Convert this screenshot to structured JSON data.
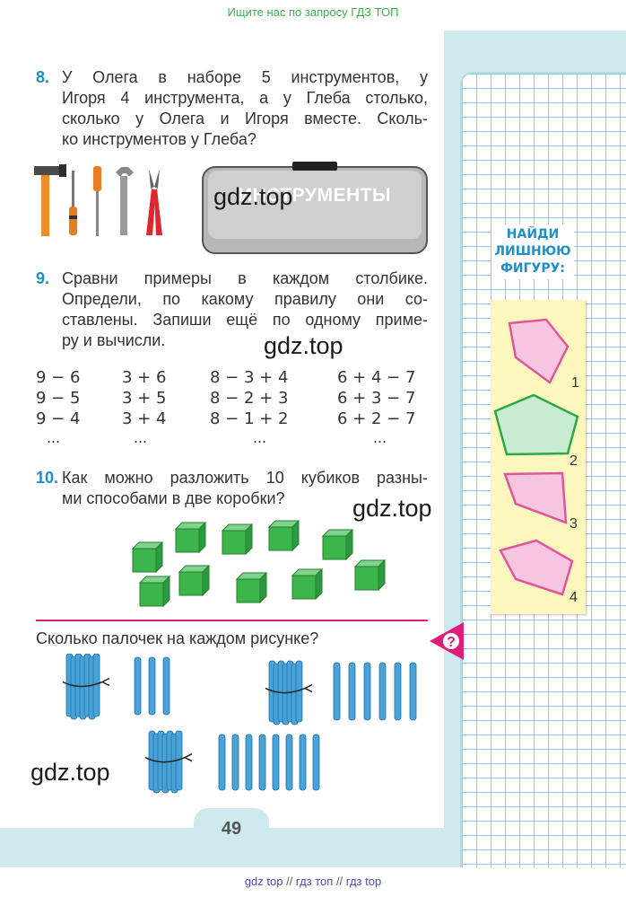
{
  "top_banner": "Ищите нас по запросу ГДЗ ТОП",
  "bottom_banner": {
    "a": "gdz top",
    "sep1": " // ",
    "b": "гдз топ",
    "sep2": " // ",
    "c": "гдз top"
  },
  "page_number": "49",
  "task8": {
    "number": "8.",
    "lines": [
      "У Олега в наборе 5 инструментов, у",
      "Игоря 4 инструмента, а у Глеба столько,",
      "сколько у Олега и Игоря вместе. Сколь-",
      "ко инструментов у Глеба?"
    ],
    "case_label": "ИНСТРУМЕНТЫ",
    "tool_icons": [
      "hammer-icon",
      "screwdriver-icon",
      "screwdriver-icon",
      "wrench-icon",
      "pliers-icon"
    ]
  },
  "task9": {
    "number": "9.",
    "lines": [
      "Сравни примеры в каждом столбике.",
      "Определи, по какому правилу они со-",
      "ставлены. Запиши ещё по одному приме-",
      "ру и вычисли."
    ],
    "columns": [
      [
        "9 − 6",
        "9 − 5",
        "9 − 4"
      ],
      [
        "3 + 6",
        "3 + 5",
        "3 + 4"
      ],
      [
        "8 − 3 + 4",
        "8 − 2 + 3",
        "8 − 1 + 2"
      ],
      [
        "6 + 4 − 7",
        "6 + 3 − 7",
        "6 + 2 − 7"
      ]
    ],
    "ellipsis": "..."
  },
  "task10": {
    "number": "10.",
    "lines": [
      "Как можно разложить 10 кубиков разны-",
      "ми способами в две коробки?"
    ],
    "cube_count": 10,
    "cube_color": "#3cb54a"
  },
  "sticks": {
    "question": "Сколько палочек на каждом рисунке?",
    "groups": [
      {
        "bundles": 1,
        "singles": 3
      },
      {
        "bundles": 1,
        "singles": 6
      },
      {
        "bundles": 1,
        "singles": 8
      }
    ],
    "stick_color": "#4aa3d8"
  },
  "side": {
    "title_lines": [
      "НАЙДИ",
      "ЛИШНЮЮ",
      "ФИГУРУ:"
    ],
    "shapes": [
      {
        "label": "1",
        "kind": "pentagon",
        "color": "#e0559d"
      },
      {
        "label": "2",
        "kind": "pentagon",
        "color": "#2aa84a"
      },
      {
        "label": "3",
        "kind": "quadrilateral",
        "color": "#e0559d"
      },
      {
        "label": "4",
        "kind": "pentagon",
        "color": "#e0559d"
      }
    ]
  },
  "question_badge": "?",
  "watermarks": [
    "gdz.top",
    "gdz.top",
    "gdz.top",
    "gdz.top"
  ]
}
